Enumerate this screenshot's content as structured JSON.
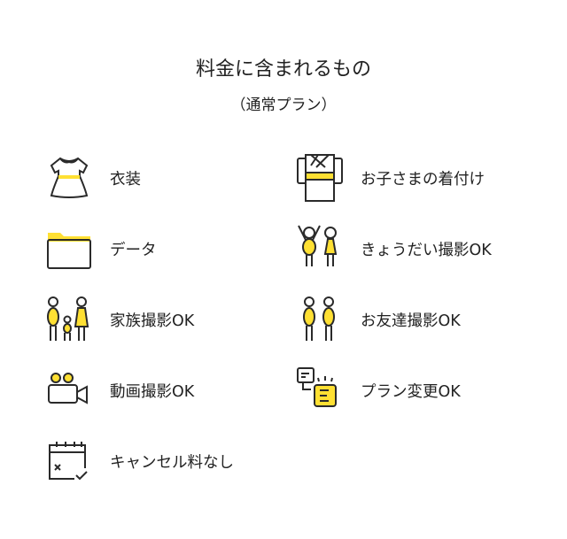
{
  "header": {
    "title": "料金に含まれるもの",
    "subtitle": "（通常プラン）"
  },
  "colors": {
    "accent": "#ffe033",
    "stroke": "#2a2a2a"
  },
  "items": [
    {
      "label": "衣装",
      "icon": "dress-icon"
    },
    {
      "label": "お子さまの着付け",
      "icon": "kimono-icon"
    },
    {
      "label": "データ",
      "icon": "folder-icon"
    },
    {
      "label": "きょうだい撮影OK",
      "icon": "siblings-icon"
    },
    {
      "label": "家族撮影OK",
      "icon": "family-icon"
    },
    {
      "label": "お友達撮影OK",
      "icon": "friends-icon"
    },
    {
      "label": "動画撮影OK",
      "icon": "video-camera-icon"
    },
    {
      "label": "プラン変更OK",
      "icon": "plan-change-icon"
    },
    {
      "label": "キャンセル料なし",
      "icon": "calendar-cancel-icon"
    }
  ]
}
